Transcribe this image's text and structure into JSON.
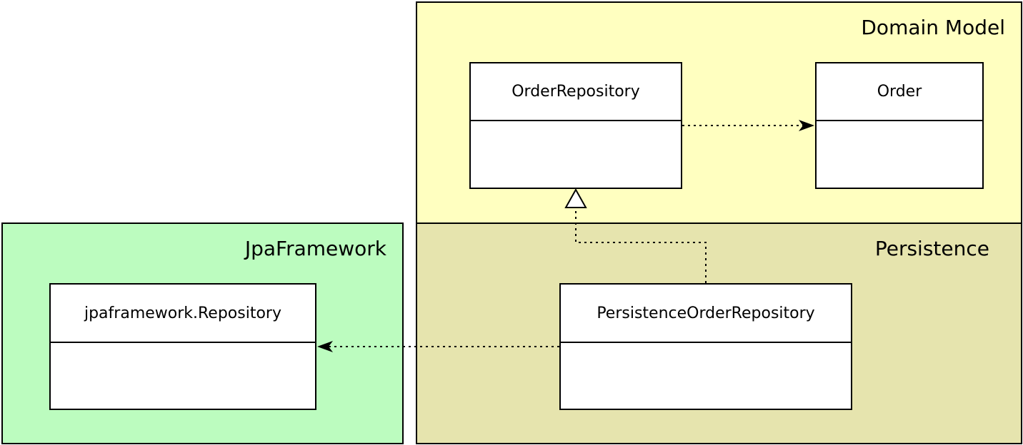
{
  "packages": {
    "domain_model": {
      "title": "Domain Model",
      "fill": "#ffffc0"
    },
    "persistence": {
      "title": "Persistence",
      "fill": "#e6e4ae"
    },
    "jpa_framework": {
      "title": "JpaFramework",
      "fill": "#bcfcbf"
    }
  },
  "classes": {
    "order_repository": {
      "name": "OrderRepository"
    },
    "order": {
      "name": "Order"
    },
    "persistence_order_repository": {
      "name": "PersistenceOrderRepository"
    },
    "jpa_repository": {
      "name": "jpaframework.Repository"
    }
  },
  "relations": [
    {
      "kind": "dependency",
      "from": "OrderRepository",
      "to": "Order"
    },
    {
      "kind": "realization",
      "from": "PersistenceOrderRepository",
      "to": "OrderRepository"
    },
    {
      "kind": "dependency",
      "from": "PersistenceOrderRepository",
      "to": "jpaframework.Repository"
    }
  ],
  "colors": {
    "line": "#000000",
    "class_fill": "#ffffff"
  }
}
